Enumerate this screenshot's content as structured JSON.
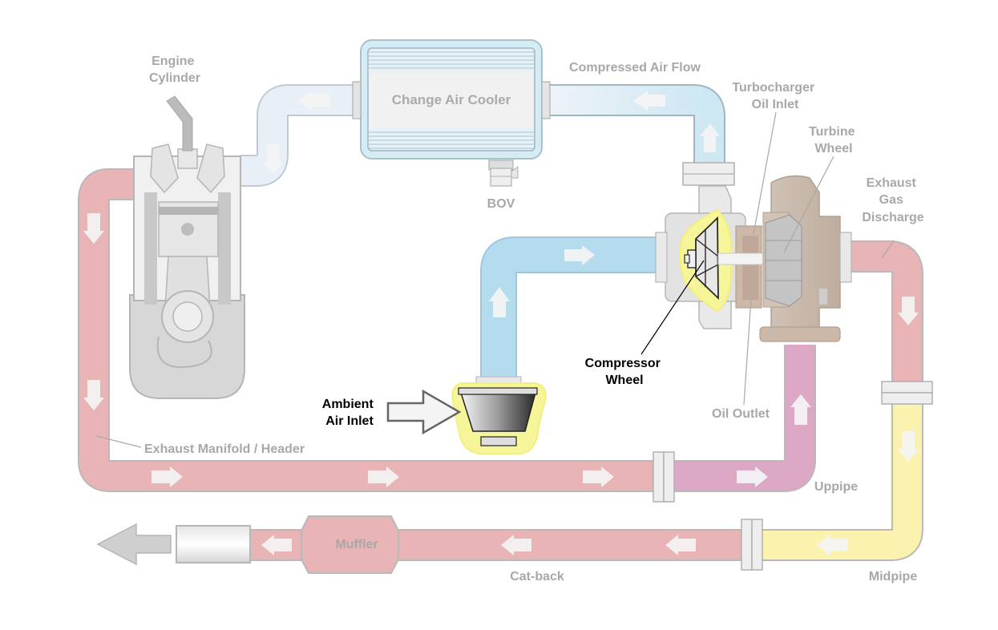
{
  "labels": {
    "engine_cylinder": [
      "Engine",
      "Cylinder"
    ],
    "charge_air_cooler": "Change Air Cooler",
    "compressed_air_flow": "Compressed Air Flow",
    "bov": "BOV",
    "turbo_oil_inlet": [
      "Turbocharger",
      "Oil Inlet"
    ],
    "turbine_wheel": [
      "Turbine",
      "Wheel"
    ],
    "exhaust_gas_discharge": [
      "Exhaust",
      "Gas",
      "Discharge"
    ],
    "compressor_wheel": [
      "Compressor",
      "Wheel"
    ],
    "ambient_air_inlet": [
      "Ambient",
      "Air Inlet"
    ],
    "oil_outlet": "Oil Outlet",
    "exhaust_manifold": "Exhaust Manifold / Header",
    "uppipe": "Uppipe",
    "midpipe": "Midpipe",
    "catback": "Cat-back",
    "muffler": "Muffler"
  },
  "highlighted": [
    "compressor_wheel",
    "ambient_air_inlet"
  ],
  "colors": {
    "exhaust_pipe": "#e8b4b6",
    "intake_pipe": "#b4dcee",
    "uppipe": "#dca8c6",
    "midpipe": "#faf2ae",
    "highlight": "#f7f59a",
    "muted_label": "#a8a8a8",
    "active_label": "#000000"
  }
}
